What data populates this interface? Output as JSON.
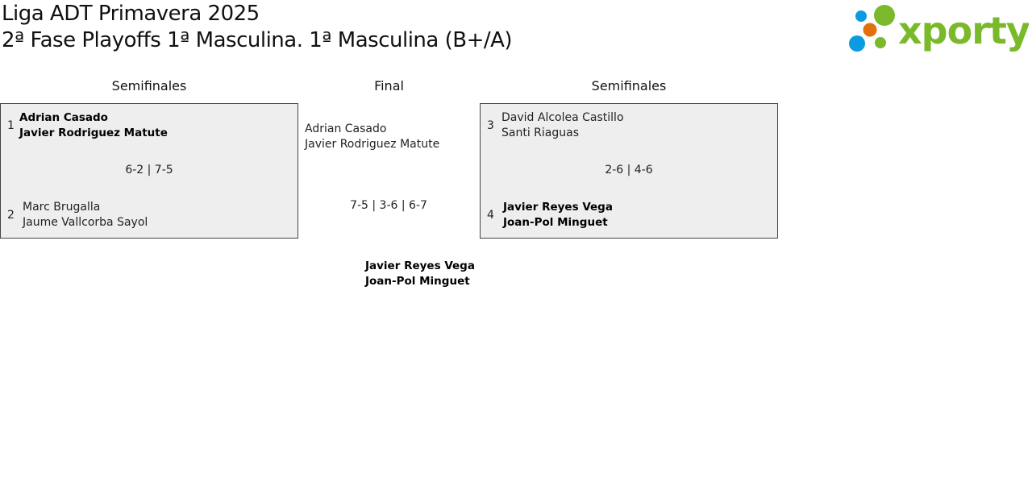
{
  "header": {
    "title": "Liga ADT Primavera 2025",
    "subtitle": "2ª Fase Playoffs 1ª Masculina. 1ª Masculina (B+/A)",
    "logo_text": "xporty"
  },
  "columns": {
    "left": "Semifinales",
    "center": "Final",
    "right": "Semifinales"
  },
  "semi1": {
    "team1": {
      "seed": "1",
      "p1": "Adrian Casado",
      "p2": "Javier Rodriguez Matute"
    },
    "team2": {
      "seed": "2",
      "p1": "Marc Brugalla",
      "p2": "Jaume Vallcorba Sayol"
    },
    "score": "6-2 | 7-5"
  },
  "semi2": {
    "team1": {
      "seed": "3",
      "p1": "David Alcolea Castillo",
      "p2": "Santi Riaguas"
    },
    "team2": {
      "seed": "4",
      "p1": "Javier Reyes Vega",
      "p2": "Joan-Pol Minguet"
    },
    "score": "2-6 | 4-6"
  },
  "final": {
    "team1": {
      "p1": "Adrian Casado",
      "p2": "Javier Rodriguez Matute"
    },
    "team2": {
      "p1": "Javier Reyes Vega",
      "p2": "Joan-Pol Minguet"
    },
    "score": "7-5 | 3-6 | 6-7"
  },
  "colors": {
    "green": "#7ab929",
    "blue": "#0a9be0",
    "orange": "#e4700c"
  }
}
